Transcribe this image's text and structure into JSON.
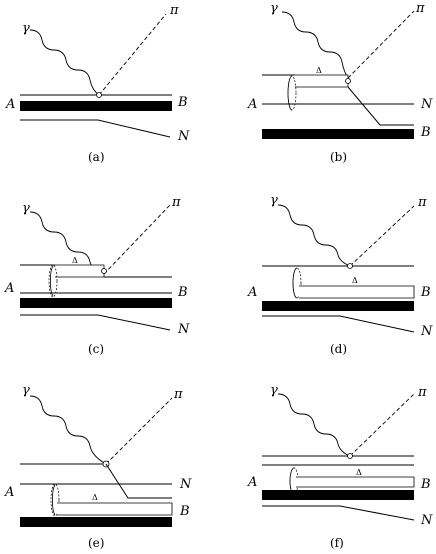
{
  "panels": [
    {
      "id": "a",
      "caption": "(a)",
      "labels": {
        "gamma": "γ",
        "pi": "π",
        "A": "A",
        "B": "B",
        "N": "N"
      }
    },
    {
      "id": "b",
      "caption": "(b)",
      "labels": {
        "gamma": "γ",
        "pi": "π",
        "A": "A",
        "B": "B",
        "N": "N",
        "delta": "Δ"
      }
    },
    {
      "id": "c",
      "caption": "(c)",
      "labels": {
        "gamma": "γ",
        "pi": "π",
        "A": "A",
        "B": "B",
        "N": "N",
        "delta": "Δ"
      }
    },
    {
      "id": "d",
      "caption": "(d)",
      "labels": {
        "gamma": "γ",
        "pi": "π",
        "A": "A",
        "B": "B",
        "N": "N",
        "delta": "Δ"
      }
    },
    {
      "id": "e",
      "caption": "(e)",
      "labels": {
        "gamma": "γ",
        "pi": "π",
        "A": "A",
        "B": "B",
        "N": "N",
        "delta": "Δ"
      }
    },
    {
      "id": "f",
      "caption": "(f)",
      "labels": {
        "gamma": "γ",
        "pi": "π",
        "A": "A",
        "B": "B",
        "N": "N",
        "delta": "Δ"
      }
    }
  ]
}
